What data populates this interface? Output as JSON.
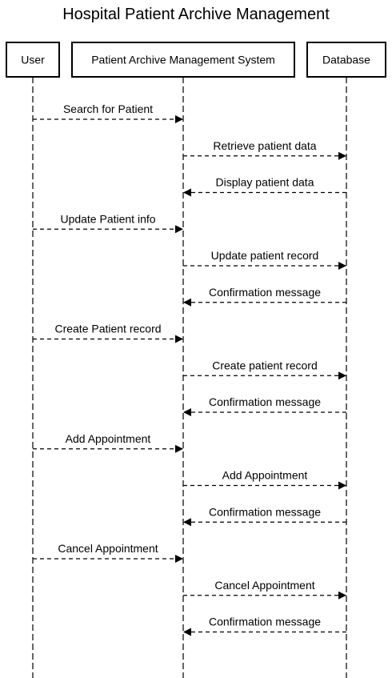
{
  "title": "Hospital Patient Archive Management",
  "participants": [
    {
      "id": "user",
      "label": "User"
    },
    {
      "id": "system",
      "label": "Patient Archive Management System"
    },
    {
      "id": "db",
      "label": "Database"
    }
  ],
  "messages": [
    {
      "from": "user",
      "to": "system",
      "label": "Search for Patient"
    },
    {
      "from": "system",
      "to": "db",
      "label": "Retrieve patient data"
    },
    {
      "from": "db",
      "to": "system",
      "label": "Display patient data"
    },
    {
      "from": "user",
      "to": "system",
      "label": "Update Patient info"
    },
    {
      "from": "system",
      "to": "db",
      "label": "Update patient record"
    },
    {
      "from": "db",
      "to": "system",
      "label": "Confirmation message"
    },
    {
      "from": "user",
      "to": "system",
      "label": "Create Patient record"
    },
    {
      "from": "system",
      "to": "db",
      "label": "Create patient record"
    },
    {
      "from": "db",
      "to": "system",
      "label": "Confirmation message"
    },
    {
      "from": "user",
      "to": "system",
      "label": "Add Appointment"
    },
    {
      "from": "system",
      "to": "db",
      "label": "Add Appointment"
    },
    {
      "from": "db",
      "to": "system",
      "label": "Confirmation message"
    },
    {
      "from": "user",
      "to": "system",
      "label": "Cancel Appointment"
    },
    {
      "from": "system",
      "to": "db",
      "label": "Cancel Appointment"
    },
    {
      "from": "db",
      "to": "system",
      "label": "Confirmation message"
    }
  ]
}
